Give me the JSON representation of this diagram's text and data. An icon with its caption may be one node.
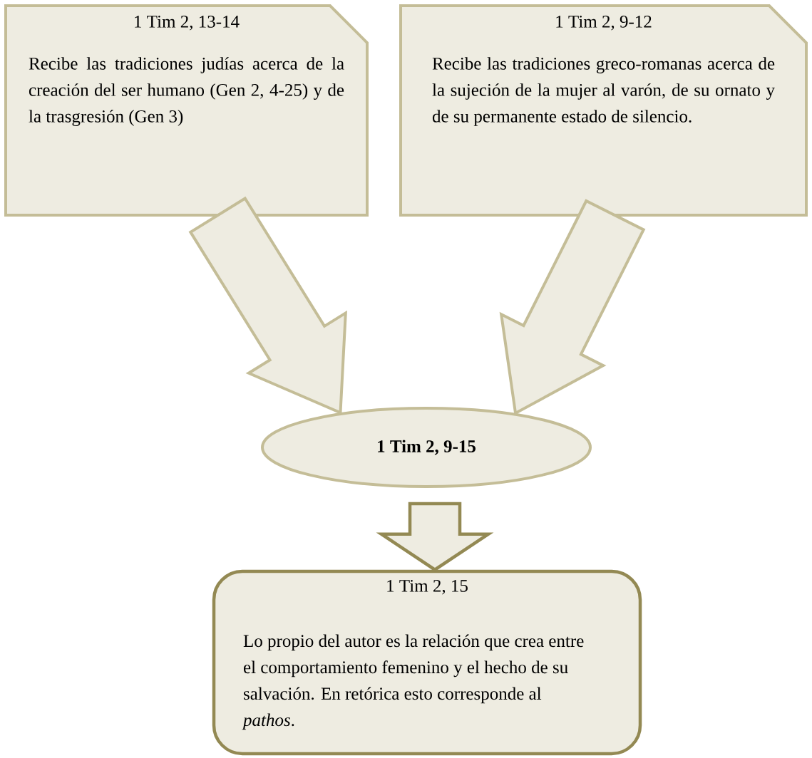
{
  "diagram": {
    "nodes": [
      {
        "text": [
          "1 Tim 2, 13-14",
          "Recibe las tradiciones judías acerca de la creación del ser humano (Gen 2, 4-25) y de la trasgresión (Gen 3)"
        ]
      },
      {
        "text": [
          "1 Tim 2, 9-12",
          "Recibe las tradiciones greco-romanas acerca de la sujeción de la mujer al varón, de su ornato y de su permanente estado de silencio."
        ]
      },
      {
        "text": [
          "1 Tim 2, 9-15"
        ]
      },
      {
        "text": [
          "1 Tim 2, 15",
          "Lo propio del autor es la relación que crea entre el comportamiento femenino y el hecho de su salvación. En retórica esto corresponde al *pathos*."
        ]
      }
    ],
    "edges": [
      {
        "from": 0,
        "to": 2,
        "arrow": "to"
      },
      {
        "from": 1,
        "to": 2,
        "arrow": "to"
      },
      {
        "from": 2,
        "to": 3,
        "arrow": "to",
        "color": "#938953"
      }
    ]
  }
}
